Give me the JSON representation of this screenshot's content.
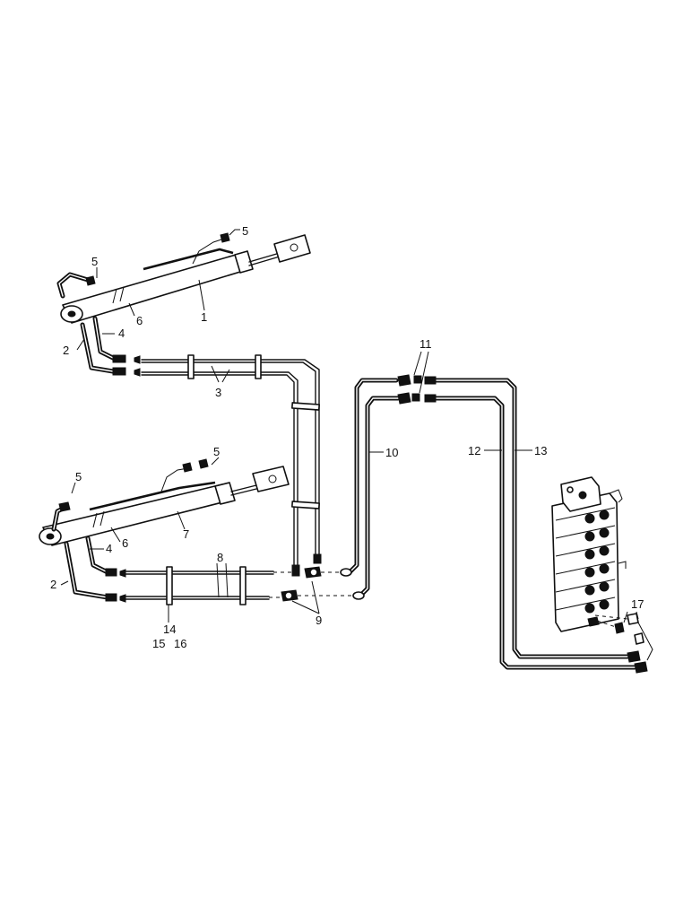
{
  "callouts": {
    "c1": "1",
    "c2a": "2",
    "c2b": "2",
    "c3": "3",
    "c4a": "4",
    "c4b": "4",
    "c5a": "5",
    "c5b": "5",
    "c5c": "5",
    "c5d": "5",
    "c6a": "6",
    "c6b": "6",
    "c7": "7",
    "c8": "8",
    "c9": "9",
    "c10": "10",
    "c11": "11",
    "c12": "12",
    "c13": "13",
    "c14": "14",
    "c15": "15",
    "c16": "16",
    "c17": "17"
  }
}
